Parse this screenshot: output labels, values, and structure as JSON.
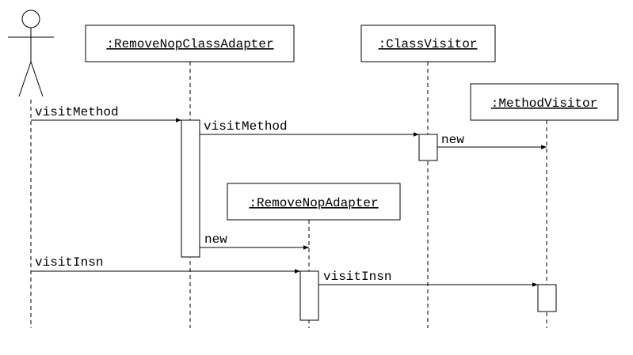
{
  "colors": {
    "ink": "#000000",
    "background": "#ffffff"
  },
  "actor": {
    "icon": "stick-figure-actor-icon"
  },
  "lifelines": [
    {
      "id": "remove-nop-class-adapter",
      "label": ":RemoveNopClassAdapter"
    },
    {
      "id": "class-visitor",
      "label": ":ClassVisitor"
    },
    {
      "id": "method-visitor",
      "label": ":MethodVisitor"
    },
    {
      "id": "remove-nop-adapter",
      "label": ":RemoveNopAdapter"
    }
  ],
  "messages": [
    {
      "from": "actor",
      "to": "remove-nop-class-adapter",
      "label": "visitMethod"
    },
    {
      "from": "remove-nop-class-adapter",
      "to": "class-visitor",
      "label": "visitMethod"
    },
    {
      "from": "class-visitor",
      "to": "method-visitor",
      "label": "new"
    },
    {
      "from": "remove-nop-class-adapter",
      "to": "remove-nop-adapter",
      "label": "new"
    },
    {
      "from": "actor",
      "to": "remove-nop-adapter",
      "label": "visitInsn"
    },
    {
      "from": "remove-nop-adapter",
      "to": "method-visitor",
      "label": "visitInsn"
    }
  ]
}
